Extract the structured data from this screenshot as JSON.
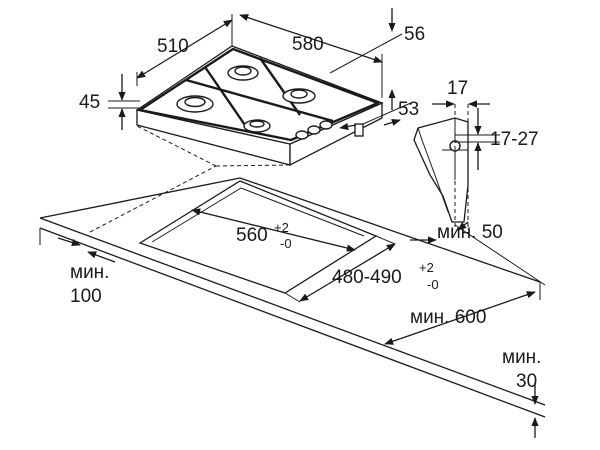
{
  "labels": {
    "width_top": "510",
    "depth_top": "580",
    "top_right": "56",
    "height_left": "45",
    "knob_depth": "53",
    "bracket_width": "17",
    "bracket_range": "17-27",
    "cutout_width": "560",
    "cutout_width_tol_plus": "+2",
    "cutout_width_tol_minus": "-0",
    "cutout_depth": "480-490",
    "cutout_depth_tol_plus": "+2",
    "cutout_depth_tol_minus": "-0",
    "min_50": "мин. 50",
    "min_100_a": "мин.",
    "min_100_b": "100",
    "min_600": "мин. 600",
    "min_30_a": "мин.",
    "min_30_b": "30"
  }
}
